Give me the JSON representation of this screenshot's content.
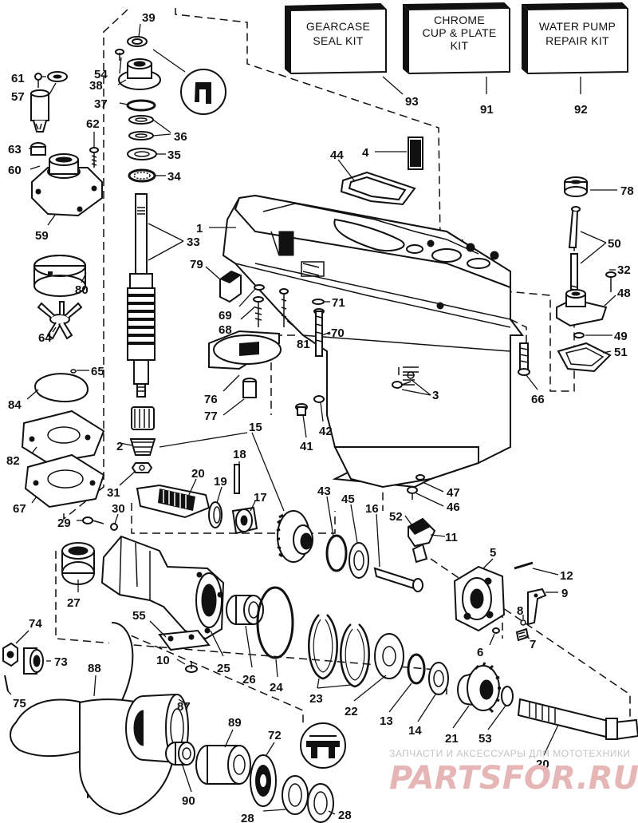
{
  "kits": [
    {
      "id": "gearcase-seal-kit",
      "lines": [
        "GEARCASE",
        "SEAL KIT"
      ],
      "number": "93"
    },
    {
      "id": "chrome-cup-plate-kit",
      "lines": [
        "CHROME",
        "CUP & PLATE",
        "KIT"
      ],
      "number": "91"
    },
    {
      "id": "water-pump-repair-kit",
      "lines": [
        "WATER PUMP",
        "REPAIR KIT"
      ],
      "number": "92"
    }
  ],
  "callouts": {
    "c39": "39",
    "c54": "54",
    "c38": "38",
    "c61": "61",
    "c57": "57",
    "c37": "37",
    "c36": "36",
    "c35": "35",
    "c34": "34",
    "c62": "62",
    "c63": "63",
    "c60": "60",
    "c59": "59",
    "c33": "33",
    "c4": "4",
    "c44": "44",
    "c1": "1",
    "c78": "78",
    "c50": "50",
    "c32": "32",
    "c48": "48",
    "c79": "79",
    "c80": "80",
    "c69": "69",
    "c68": "68",
    "c71": "71",
    "c70": "-70",
    "c81": "81",
    "c64": "64",
    "c49": "49",
    "c51": "51",
    "c65": "65",
    "c84": "84",
    "c76": "76",
    "c77": "77",
    "c3": "3",
    "c66": "66",
    "c42": "42",
    "c41": "41",
    "c82": "82",
    "c2": "2",
    "c15": "15",
    "c67": "67",
    "c31": "31",
    "c20a": "20",
    "c18": "18",
    "c19": "19",
    "c17": "17",
    "c43": "43",
    "c45": "45",
    "c16": "16",
    "c52": "52",
    "c11": "11",
    "c47": "47",
    "c46": "46",
    "c29": "29",
    "c30": "30",
    "c5": "5",
    "c12": "12",
    "c9": "9",
    "c8": "8",
    "c7": "7",
    "c6": "6",
    "c27": "27",
    "c74": "74",
    "c55": "55",
    "c73": "73",
    "c10": "10",
    "c25": "25",
    "c26": "26",
    "c24": "24",
    "c23": "23",
    "c22": "22",
    "c13": "13",
    "c14": "14",
    "c21": "21",
    "c53": "53",
    "c75": "75",
    "c88": "88",
    "c87": "87",
    "c89": "89",
    "c72": "72",
    "c20b": "20",
    "c90": "90",
    "c28a": "28",
    "c28b": "28"
  },
  "watermark": {
    "line1": "ЗАПЧАСТИ И АКСЕССУАРЫ ДЛЯ МОТОТЕХНИКИ",
    "line2": "PARTSFOR.RU"
  }
}
